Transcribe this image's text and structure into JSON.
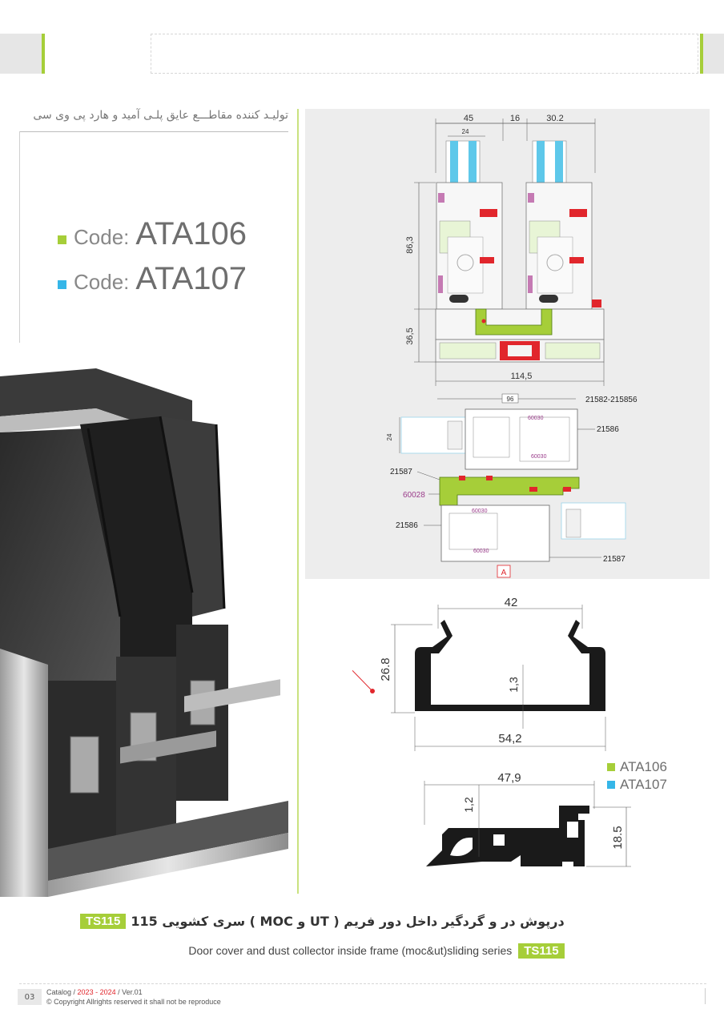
{
  "header": {
    "tagline": "تولیـد کننده مقاطـــع عایق پلـی آمید و هارد پی وی سی"
  },
  "codes": [
    {
      "label": "Code:",
      "value": "ATA106",
      "color": "#a6ce39"
    },
    {
      "label": "Code:",
      "value": "ATA107",
      "color": "#35b6e8"
    }
  ],
  "drawing": {
    "dims_top": [
      "45",
      "16",
      "30.2"
    ],
    "dim_24": "24",
    "dim_left_upper": "86,3",
    "dim_left_lower": "36,5",
    "dim_bottom": "114,5",
    "detail_width": "96",
    "detail_height": "24",
    "part_codes": {
      "top_right": "21582-215856",
      "right_upper": "21586",
      "left_mid": "21587",
      "gasket": "60028",
      "left_lower": "21586",
      "right_lower": "21587"
    },
    "gasket_code": "60030",
    "section_mark": "A"
  },
  "profile_106": {
    "top": "42",
    "height": "26.8",
    "wall": "1,3",
    "bottom": "54,2"
  },
  "profile_107": {
    "top": "47,9",
    "wall": "1,2",
    "height": "18.5"
  },
  "legend": [
    {
      "label": "ATA106",
      "color": "#a6ce39"
    },
    {
      "label": "ATA107",
      "color": "#35b6e8"
    }
  ],
  "title": {
    "fa": "درپوش در و گردگیر داخل دور فریم ( UT و MOC ) سری کشویی 115",
    "en": "Door cover and dust collector inside frame (moc&ut)sliding series",
    "badge": "TS115"
  },
  "footer": {
    "page": "03",
    "catalog": "Catalog /",
    "years": "2023 - 2024",
    "version": "/ Ver.01",
    "copyright": "© Copyright Allrights reserved it shall not be reproduce"
  }
}
